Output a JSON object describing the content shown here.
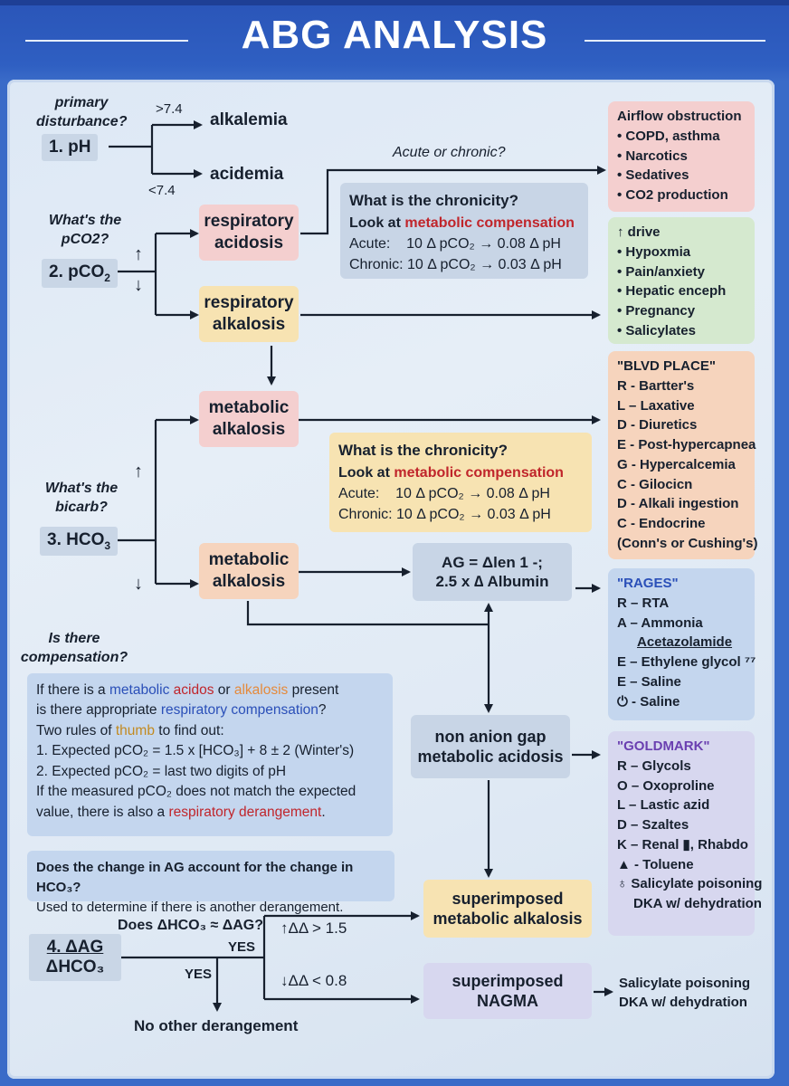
{
  "header": {
    "title": "ABG ANALYSIS"
  },
  "step1": {
    "question": [
      "primary",
      "disturbance?"
    ],
    "label": "1. pH",
    "gt": ">7.4",
    "lt": "<7.4",
    "alkalemia": "alkalemia",
    "acidemia": "acidemia"
  },
  "step2": {
    "question": [
      "What's the",
      "pCO2?"
    ],
    "label": "2. pCO",
    "sub": "2",
    "up": "↑",
    "down": "↓"
  },
  "resp_acidosis": [
    "respiratory",
    "acidosis"
  ],
  "resp_alkalosis": [
    "respiratory",
    "alkalosis"
  ],
  "acute_chronic": "Acute or chronic?",
  "chronicity1": {
    "title": "What is the chronicity?",
    "look": "Look at",
    "look_red": "metabolic compensation",
    "acute": "Acute:    10 Δ pCO₂ → 0.08 Δ pH",
    "chronic": "Chronic: 10 Δ pCO₂ → 0.03 Δ pH"
  },
  "chronicity2": {
    "title": "What is the chronicity?",
    "look": "Look at",
    "look_red": "metabolic compensation",
    "acute": "Acute:    10 Δ pCO₂ → 0.08 Δ pH",
    "chronic": "Chronic: 10 Δ pCO₂ → 0.03 Δ pH"
  },
  "airflow": {
    "items": [
      "Airflow obstruction",
      "• COPD, asthma",
      "• Narcotics",
      "• Sedatives",
      "• CO2 production"
    ]
  },
  "drive": {
    "items": [
      "↑ drive",
      "• Hypoxmia",
      "• Pain/anxiety",
      "• Hepatic enceph",
      "• Pregnancy",
      "• Salicylates"
    ]
  },
  "metab_alk1": [
    "metabolic",
    "alkalosis"
  ],
  "metab_alk2": [
    "metabolic",
    "alkalosis"
  ],
  "step3": {
    "question": [
      "What's the",
      "bicarb?"
    ],
    "label": "3. HCO",
    "sub": "3",
    "up": "↑",
    "down": "↓"
  },
  "blvd": {
    "items": [
      "\"BLVD PLACE\"",
      "R - Bartter's",
      "L – Laxative",
      "D - Diuretics",
      "E - Post-hypercapnea",
      "G - Hypercalcemia",
      "C - Gilocicn",
      "D - Alkali ingestion",
      "C - Endocrine",
      "(Conn's or Cushing's)"
    ]
  },
  "ag": {
    "line1": "AG = Δlen  1 -;",
    "line2": "2.5 x ∆ Albumin"
  },
  "rages": {
    "items": [
      "\"RAGES\"",
      "R – RTA",
      "A – Ammonia",
      "Acetazolamide",
      "E – Ethylene glycol ⁷⁷",
      "E – Saline",
      "⏻ - Saline"
    ]
  },
  "compensation": {
    "question": [
      "Is there",
      "compensation?"
    ],
    "l1a": "If there is a ",
    "l1b": "metabolic",
    "l1c": " ",
    "l1d": "acidos",
    "l1e": " or ",
    "l1f": "alkalosis",
    "l1g": " present",
    "l2a": "is there appropriate ",
    "l2b": "respiratory compensation",
    "l2c": "?",
    "l3a": "Two rules of ",
    "l3b": "thumb",
    "l3c": " to find out:",
    "l4": "1. Expected pCO₂ = 1.5 x [HCO₃] + 8 ± 2 (Winter's)",
    "l5": "2. Expected pCO₂ = last two digits of pH",
    "l6": "If the measured pCO₂ does not match the expected",
    "l7a": "value, there is also a ",
    "l7b": "respiratory derangement",
    "l7c": "."
  },
  "nagma_box": [
    "non anion gap",
    "metabolic acidosis"
  ],
  "goldmark": {
    "items": [
      "\"GOLDMARK\"",
      "R – Glycols",
      "O – Oxoproline",
      "L – Lastic azid",
      "D – Szaltes",
      "K – Renal ▮, Rhabdo",
      "▲ - Toluene",
      "♁ Salicylate poisoning",
      "DKA w/ dehydration"
    ]
  },
  "ag_change": {
    "l1": "Does the change in AG account for the change in HCO₃?",
    "l2": "Used to determine if there is another derangement."
  },
  "step4": {
    "q": "Does ΔHCO₃ ≈ ΔAG?",
    "top": "4. ΔAG",
    "bottom": "ΔHCO₃",
    "yes1": "YES",
    "yes2": "YES",
    "gt": "↑ΔΔ > 1.5",
    "lt": "↓ΔΔ < 0.8",
    "none": "No other derangement"
  },
  "super_alk": [
    "superimposed",
    "metabolic alkalosis"
  ],
  "super_nagma": [
    "superimposed",
    "NAGMA"
  ],
  "final": [
    "Salicylate poisoning",
    "DKA w/ dehydration"
  ]
}
